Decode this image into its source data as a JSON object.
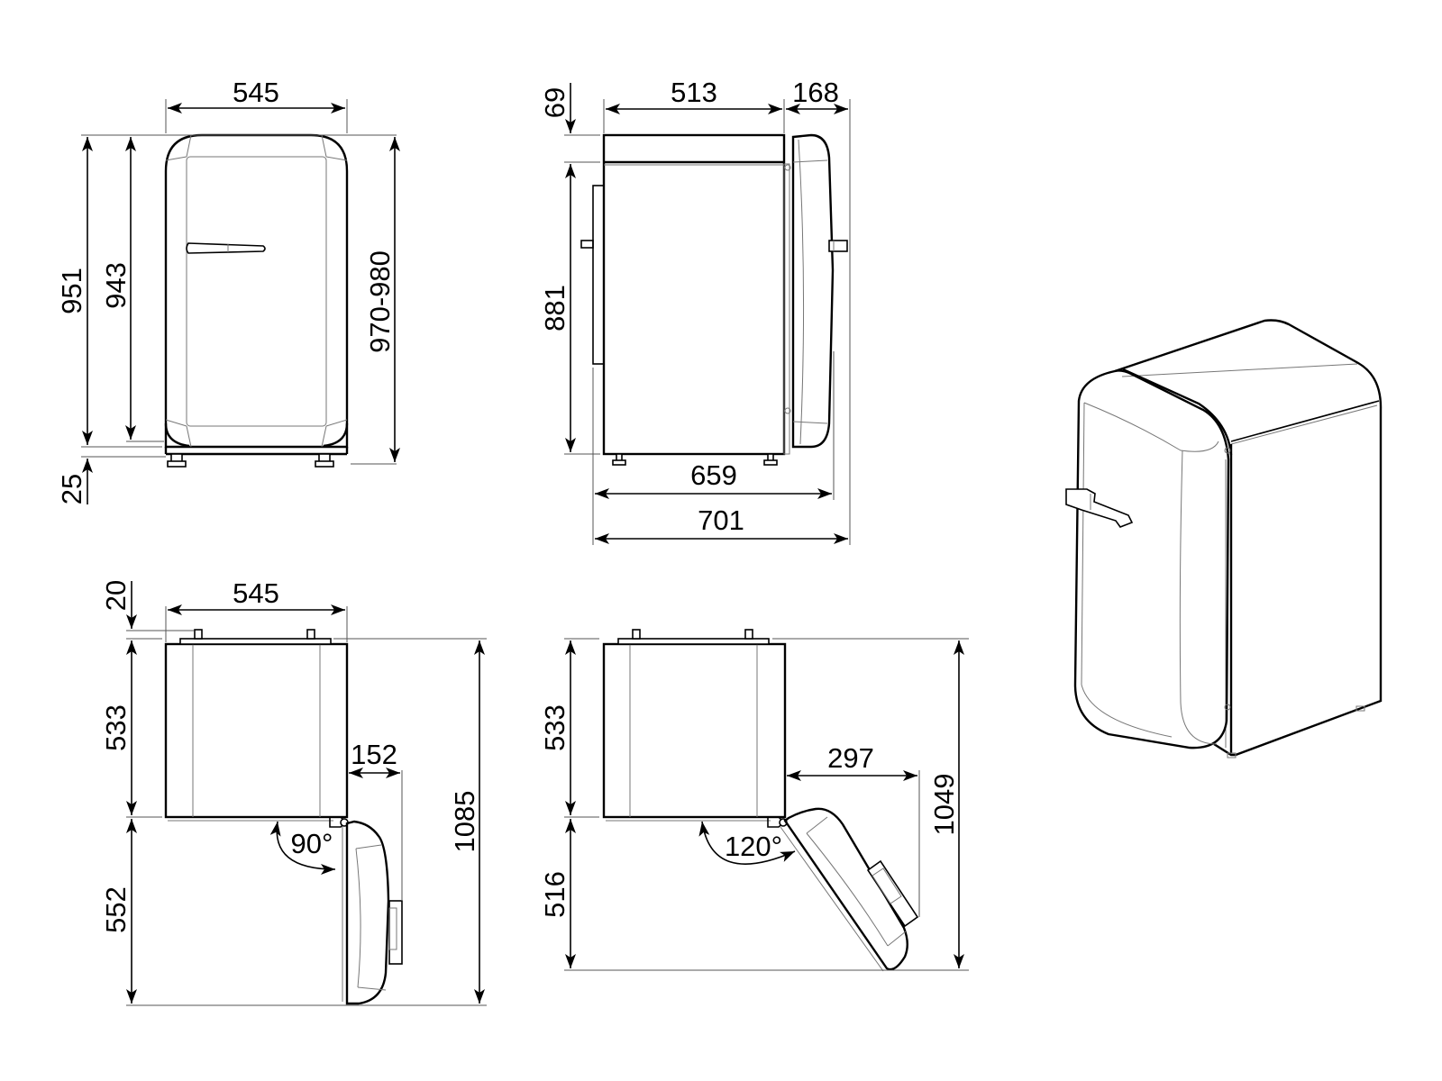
{
  "drawing": {
    "subject": "Refrigerator dimensional drawing (mm)",
    "views": {
      "front": {
        "width": "545",
        "height_body": "951",
        "height_door": "943",
        "height_total": "970-980",
        "feet": "25"
      },
      "side": {
        "top_offset": "69",
        "depth_body": "513",
        "door_depth": "168",
        "height_side": "881",
        "depth_with_door": "659",
        "depth_total": "701"
      },
      "top_90": {
        "rear_gap": "20",
        "width": "545",
        "depth": "533",
        "door_projection": "152",
        "door_swing_depth": "552",
        "total_depth": "1085",
        "angle": "90°"
      },
      "top_120": {
        "depth": "533",
        "door_projection": "297",
        "door_swing_depth": "516",
        "total_depth": "1049",
        "angle": "120°"
      }
    },
    "colors": {
      "line": "#000000",
      "thin_line": "#777777",
      "background": "#ffffff"
    }
  }
}
